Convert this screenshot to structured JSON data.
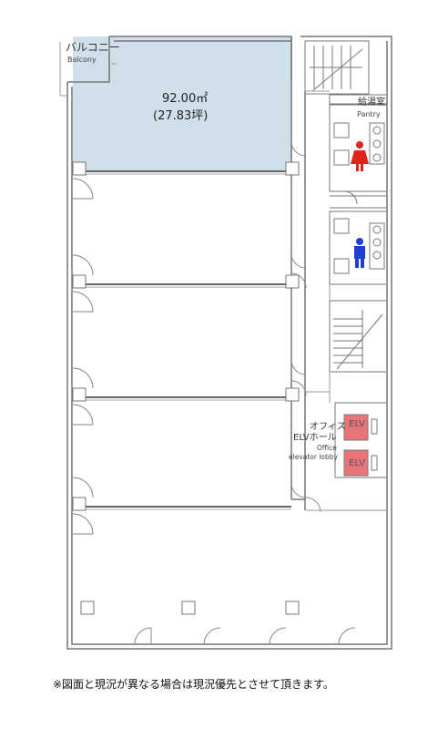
{
  "balcony": {
    "label_jp": "バルコニー",
    "label_en": "Balcony"
  },
  "selected_unit": {
    "area_m2": "92.00㎡",
    "area_tsubo": "(27.83坪)",
    "highlight_color": "#cfe0ea"
  },
  "pantry": {
    "label_jp": "給湯室",
    "label_en": "Pantry"
  },
  "elevator_lobby": {
    "label_jp_1": "オフィス",
    "label_jp_2": "ELVホール",
    "label_en_1": "Office",
    "label_en_2": "elevator lobby"
  },
  "elevators": [
    {
      "label": "ELV"
    },
    {
      "label": "ELV"
    }
  ],
  "elevator_color": "#e8747a",
  "restroom_icons": {
    "female": "female-restroom-icon",
    "male": "male-restroom-icon",
    "female_color": "#e0241b",
    "male_color": "#1c3fd6"
  },
  "footnote": "※図面と現況が異なる場合は現況優先とさせて頂きます。"
}
